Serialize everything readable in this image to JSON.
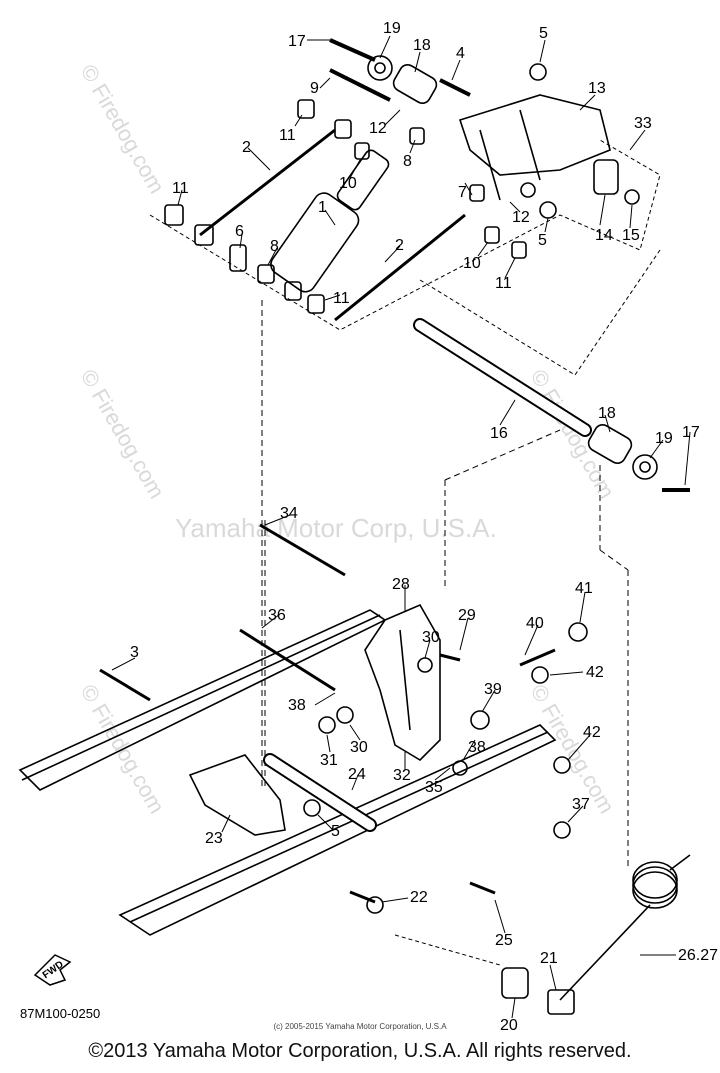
{
  "watermarks": {
    "center": "Yamaha Motor Corp, U.S.A.",
    "side": "© Firedog.com"
  },
  "diagram_code": "87M100-0250",
  "fwd_label": "FWD",
  "small_copyright": "(c) 2005-2015 Yamaha Motor Corporation, U.S.A",
  "copyright": "©2013 Yamaha Motor Corporation, U.S.A. All rights reserved.",
  "callouts": [
    "17",
    "19",
    "18",
    "4",
    "5",
    "9",
    "13",
    "33",
    "11",
    "12",
    "8",
    "2",
    "10",
    "7",
    "1",
    "12",
    "5",
    "14",
    "15",
    "11",
    "6",
    "8",
    "2",
    "10",
    "11",
    "11",
    "16",
    "18",
    "19",
    "17",
    "34",
    "28",
    "41",
    "36",
    "29",
    "30",
    "40",
    "3",
    "42",
    "39",
    "38",
    "30",
    "31",
    "38",
    "24",
    "32",
    "35",
    "42",
    "23",
    "5",
    "37",
    "22",
    "25",
    "26.27",
    "21",
    "20"
  ]
}
